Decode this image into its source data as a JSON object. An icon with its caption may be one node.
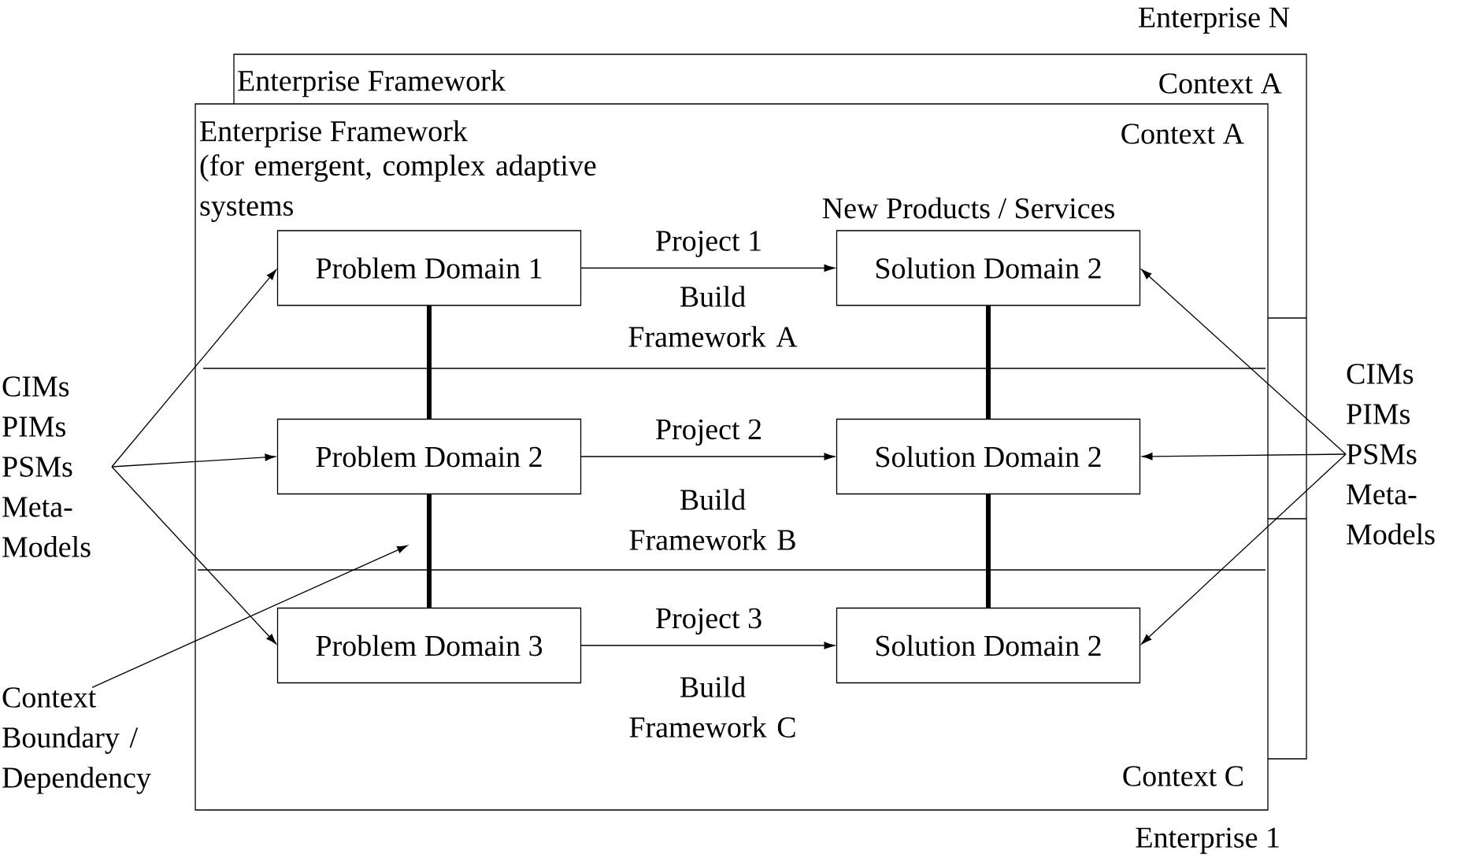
{
  "diagram": {
    "nodes": [
      {
        "text": [
          "Enterprise Framework",
          "(for emergent, complex adaptive systems",
          "Context A",
          "Context C"
        ]
      },
      {
        "text": [
          "Problem Domain 1"
        ],
        "in": 0
      },
      {
        "text": [
          "Solution Domain 2"
        ],
        "in": 0,
        "beside": [
          "New Products / Services"
        ]
      },
      {
        "text": [
          "Problem Domain 2"
        ],
        "in": 0
      },
      {
        "text": [
          "Solution Domain 2"
        ],
        "in": 0
      },
      {
        "text": [
          "Problem Domain 3"
        ],
        "in": 0
      },
      {
        "text": [
          "Solution Domain 2"
        ],
        "in": 0
      },
      {
        "text": [
          "CIMs PIMs PSMs Meta- Models"
        ]
      },
      {
        "text": [
          "CIMs PIMs PSMs Meta- Models"
        ]
      },
      {
        "text": [
          "Context Boundary / Dependency"
        ]
      }
    ],
    "edges": [
      {
        "from": 1,
        "to": 2,
        "arrow": "to",
        "label": "Project 1"
      },
      {
        "from": 3,
        "to": 4,
        "arrow": "to",
        "label": "Project 2"
      },
      {
        "from": 5,
        "to": 6,
        "arrow": "to",
        "label": "Project 3"
      },
      {
        "from": 1,
        "to": 3,
        "arrow": "none",
        "style": "thick"
      },
      {
        "from": 3,
        "to": 5,
        "arrow": "none",
        "style": "thick"
      },
      {
        "from": 2,
        "to": 4,
        "arrow": "none",
        "style": "thick"
      },
      {
        "from": 4,
        "to": 6,
        "arrow": "none",
        "style": "thick"
      },
      {
        "from": 7,
        "to": 1,
        "arrow": "to"
      },
      {
        "from": 7,
        "to": 3,
        "arrow": "to"
      },
      {
        "from": 7,
        "to": 5,
        "arrow": "to"
      },
      {
        "from": 8,
        "to": 2,
        "arrow": "to"
      },
      {
        "from": 8,
        "to": 4,
        "arrow": "to"
      },
      {
        "from": 8,
        "to": 6,
        "arrow": "to"
      },
      {
        "from": 9,
        "to": null,
        "arrow": "to"
      }
    ],
    "labels": [
      "Enterprise N",
      "Enterprise Framework",
      "Context A",
      "Build Framework A",
      "Build Framework B",
      "Build Framework C",
      "Enterprise 1"
    ]
  }
}
